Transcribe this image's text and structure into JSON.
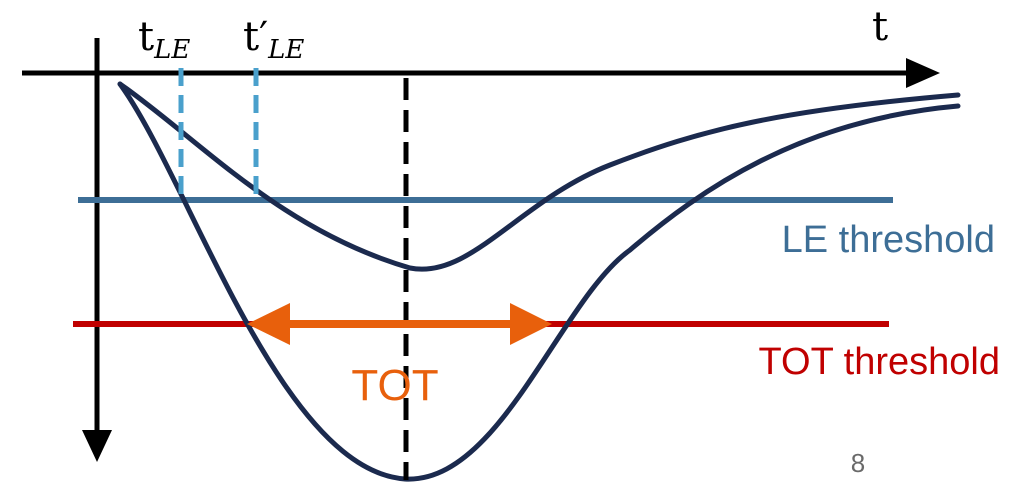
{
  "labels": {
    "t_le_base": "t",
    "t_le_sub": "LE",
    "t_le_prime_base": "t′",
    "t_le_prime_sub": "LE",
    "time_axis": "t",
    "le_threshold": "LE threshold",
    "tot_threshold": "TOT threshold",
    "tot": "TOT",
    "page_number": "8"
  },
  "colors": {
    "axis": "#000000",
    "pulse": "#1b2a4e",
    "le_threshold": "#3d6e96",
    "tot_threshold": "#c00000",
    "tot_arrow": "#e8600c",
    "crossing_marker": "#4aa0cc",
    "peak_marker": "#000000",
    "page_number": "#6a6a6a"
  }
}
